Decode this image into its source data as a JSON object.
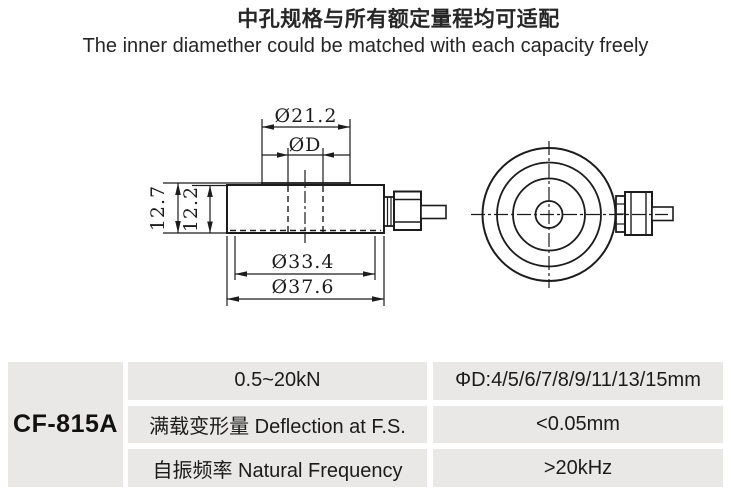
{
  "header": {
    "title_zh": "中孔规格与所有额定量程均可适配",
    "title_en": "The inner diamether could be matched with each capacity freely"
  },
  "drawing": {
    "side_view": {
      "dim_top_boss": "Ø21.2",
      "dim_inner_hole": "ØD",
      "dim_total_height": "12.7",
      "dim_body_height": "12.2",
      "dim_body": "Ø33.4",
      "dim_flange": "Ø37.6"
    }
  },
  "spec_table": {
    "model": "CF-815A",
    "rows": [
      {
        "label": "0.5~20kN",
        "value": "ΦD:4/5/6/7/8/9/11/13/15mm"
      },
      {
        "label": "满载变形量 Deflection at F.S.",
        "value": "<0.05mm"
      },
      {
        "label": "自振频率 Natural Frequency",
        "value": ">20kHz"
      }
    ]
  },
  "colors": {
    "line": "#1c1c1c",
    "cell_bg": "#e9e8e6",
    "text": "#1b1b1b"
  }
}
